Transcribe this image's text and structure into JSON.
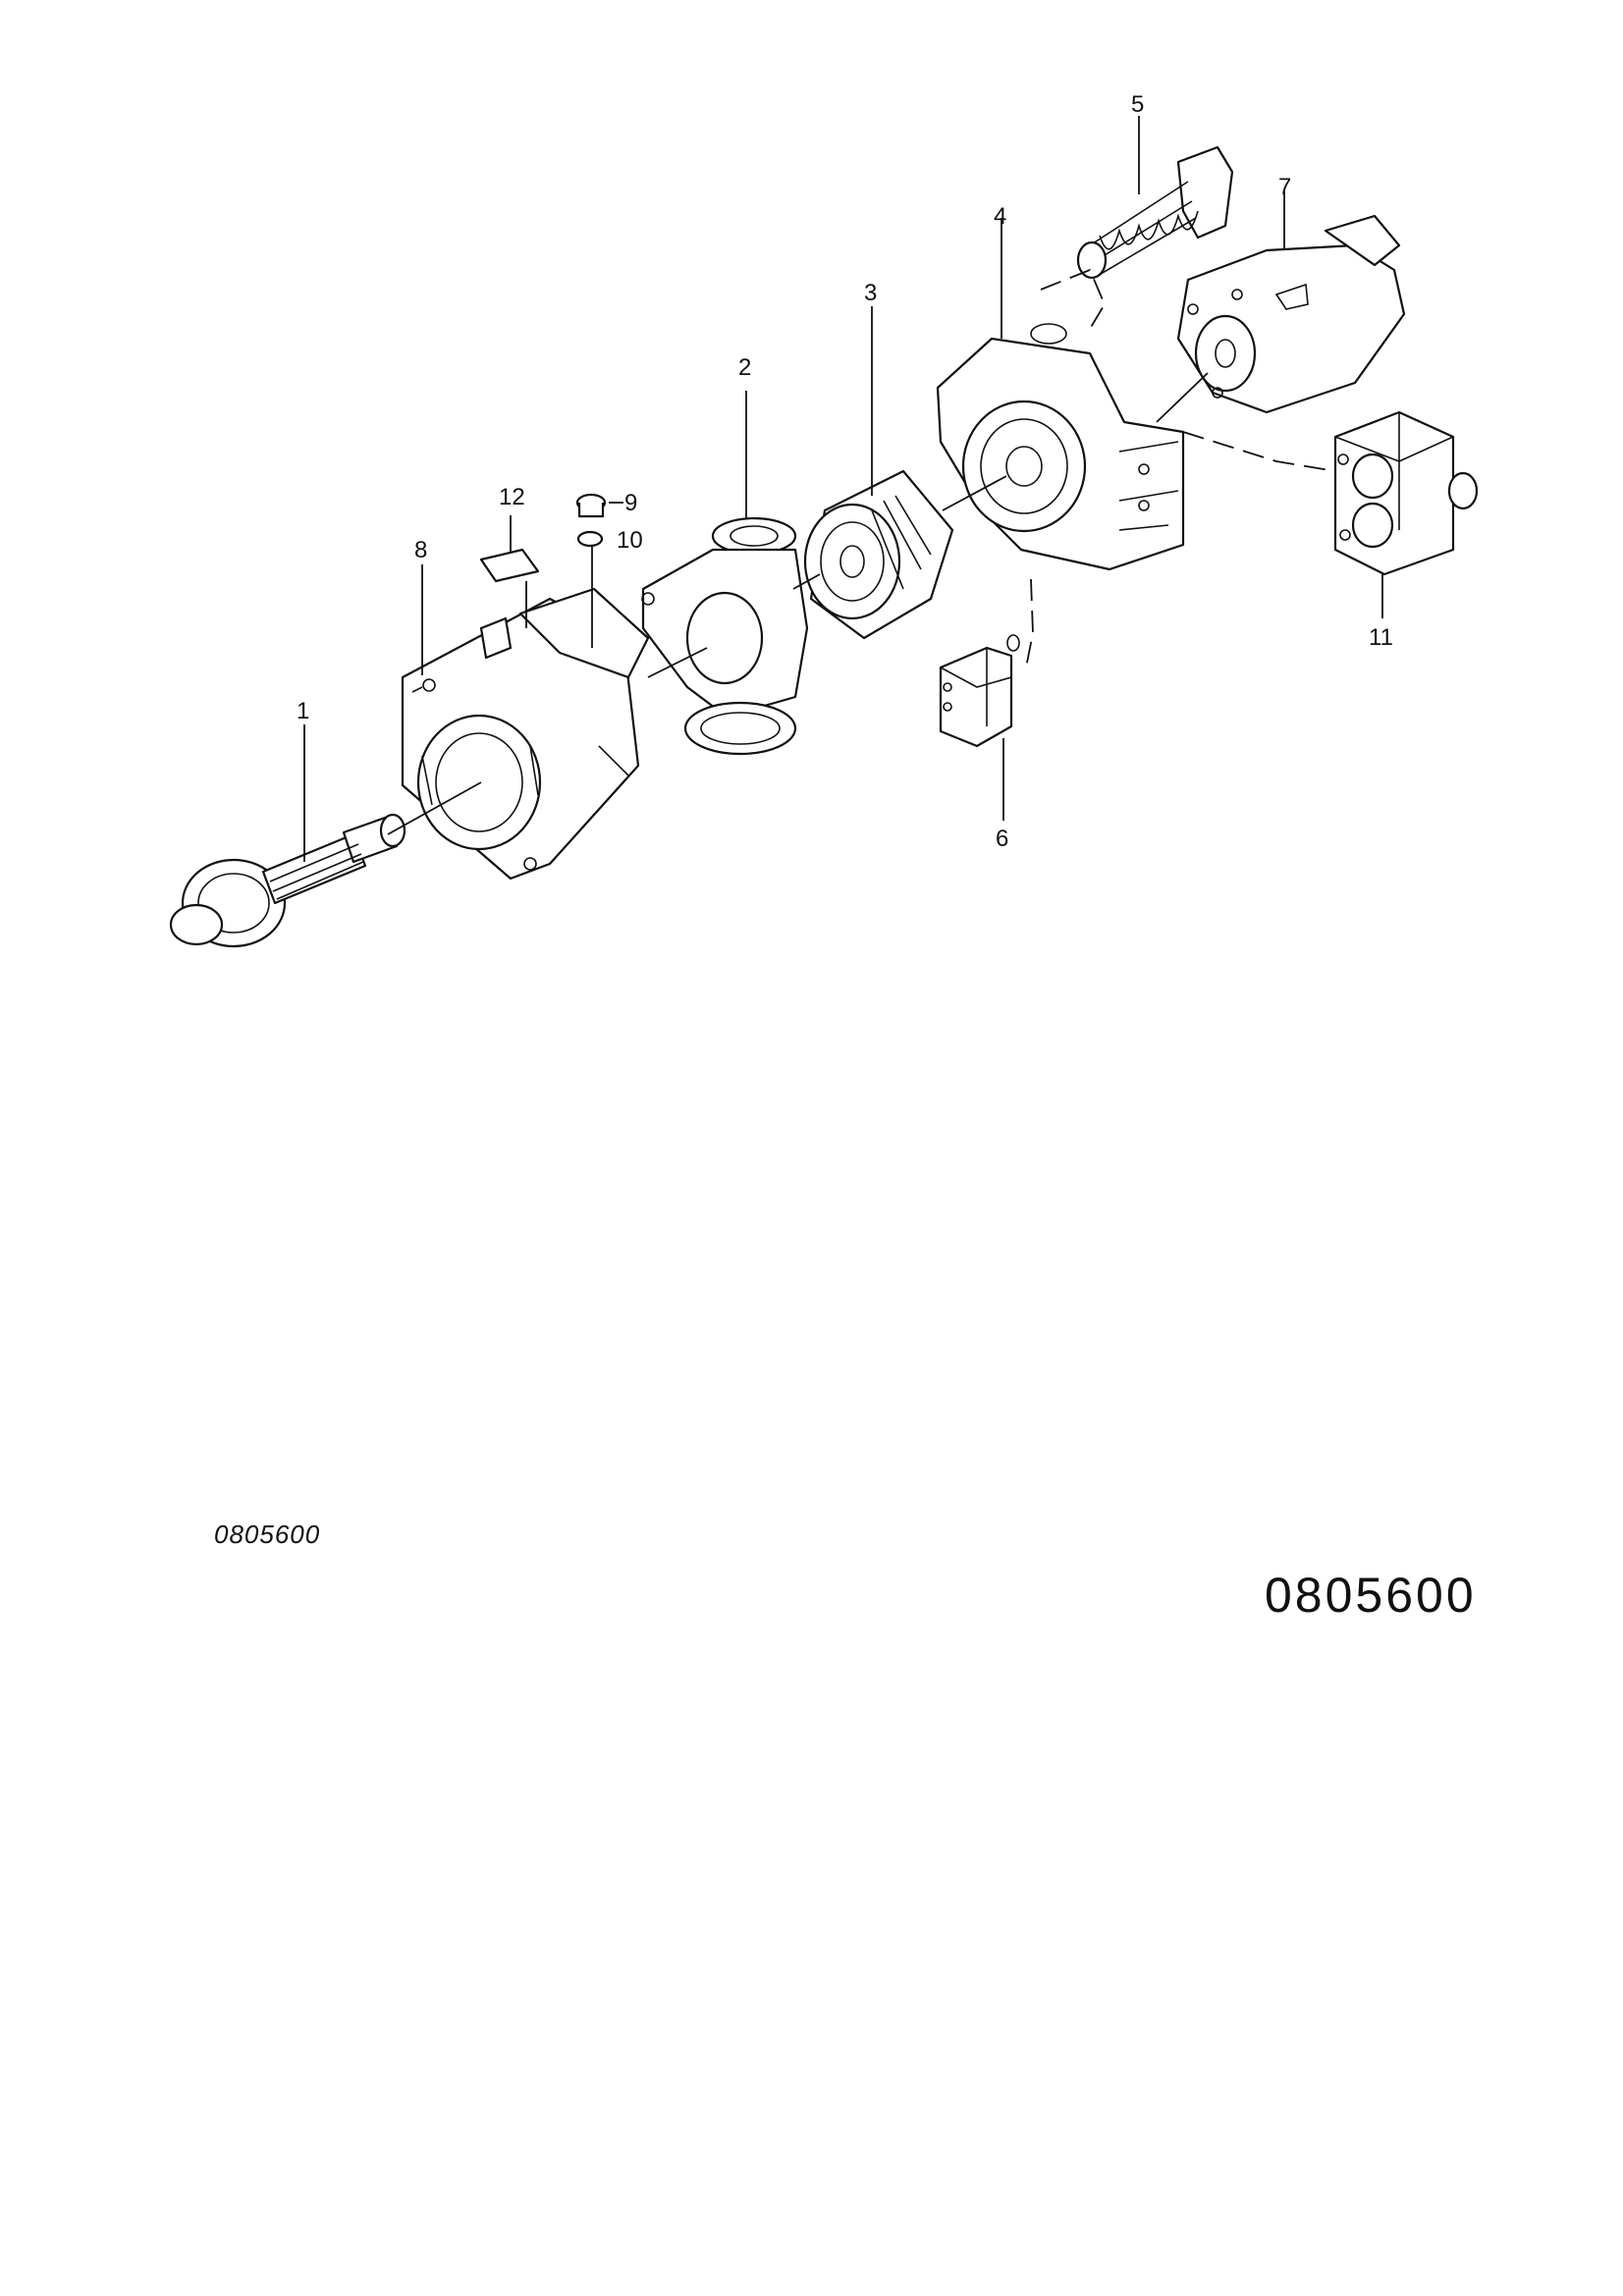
{
  "callouts": [
    {
      "num": "1"
    },
    {
      "num": "2"
    },
    {
      "num": "3"
    },
    {
      "num": "4"
    },
    {
      "num": "5"
    },
    {
      "num": "6"
    },
    {
      "num": "7"
    },
    {
      "num": "8"
    },
    {
      "num": "9"
    },
    {
      "num": "10"
    },
    {
      "num": "11"
    },
    {
      "num": "12"
    }
  ],
  "drawing_code_small": "0805600",
  "drawing_code_large": "0805600"
}
